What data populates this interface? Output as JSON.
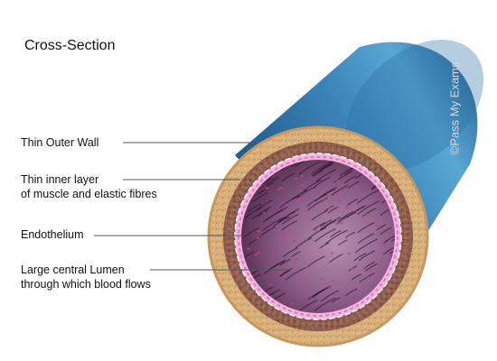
{
  "title": "Cross-Section",
  "labels": {
    "outer_wall": "Thin Outer Wall",
    "inner_layer_line1": "Thin inner layer",
    "inner_layer_line2": "of muscle and elastic fibres",
    "endothelium": "Endothelium",
    "lumen_line1": "Large central Lumen",
    "lumen_line2": "through which blood flows"
  },
  "watermark": "©Pass My Exams",
  "colors": {
    "outer_wall_blue": "#2c73a8",
    "adventitia_tan": "#d8b07a",
    "muscle_brown": "#8a5a48",
    "endothelium_pink": "#f0a0d8",
    "lumen_purple": "#7a4a70",
    "leader_line": "#555555"
  }
}
